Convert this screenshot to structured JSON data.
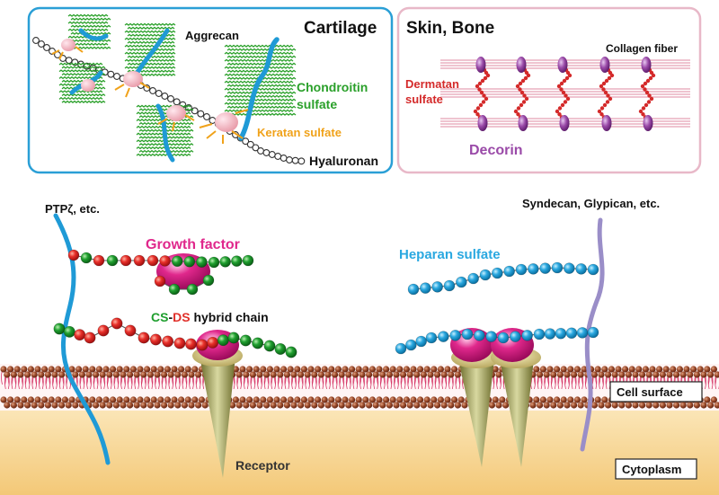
{
  "panels": {
    "cartilage": {
      "title": "Cartilage",
      "labels": {
        "aggrecan": "Aggrecan",
        "chondroitin_line1": "Chondroitin",
        "chondroitin_line2": "sulfate",
        "keratan": "Keratan sulfate",
        "hyaluronan": "Hyaluronan"
      }
    },
    "skin_bone": {
      "title": "Skin, Bone",
      "labels": {
        "collagen": "Collagen fiber",
        "dermatan_line1": "Dermatan",
        "dermatan_line2": "sulfate",
        "decorin": "Decorin"
      }
    }
  },
  "cell": {
    "labels": {
      "ptp_prefix": "PTP",
      "ptp_symbol": "ζ",
      "ptp_suffix": ", etc.",
      "growth_factor": "Growth factor",
      "cs": "CS",
      "cs_dash": "-",
      "ds": "DS",
      "hybrid": " hybrid chain",
      "receptor": "Receptor",
      "heparan": "Heparan sulfate",
      "syndecan": "Syndecan, Glypican, etc.",
      "cell_surface": "Cell surface",
      "cytoplasm": "Cytoplasm"
    }
  },
  "colors": {
    "cartilage_border": "#2a9fd6",
    "skin_border": "#e8b8c8",
    "aggrecan_core": "#1f9ad6",
    "chondroitin": "#2aa02a",
    "keratan": "#f0a21a",
    "hyaluronan": "#3a3a3a",
    "collagen": "#e8a0b4",
    "decorin": "#9a4aa8",
    "dermatan": "#d42a2a",
    "growth_factor": "#e0288c",
    "cs_bead": "#1e9e2e",
    "ds_bead": "#e0302a",
    "heparan_bead": "#2aa8e0",
    "glypican_core": "#9a8ec8",
    "membrane_head": "#9a4a2a",
    "cytoplasm": "#f6d79a"
  }
}
